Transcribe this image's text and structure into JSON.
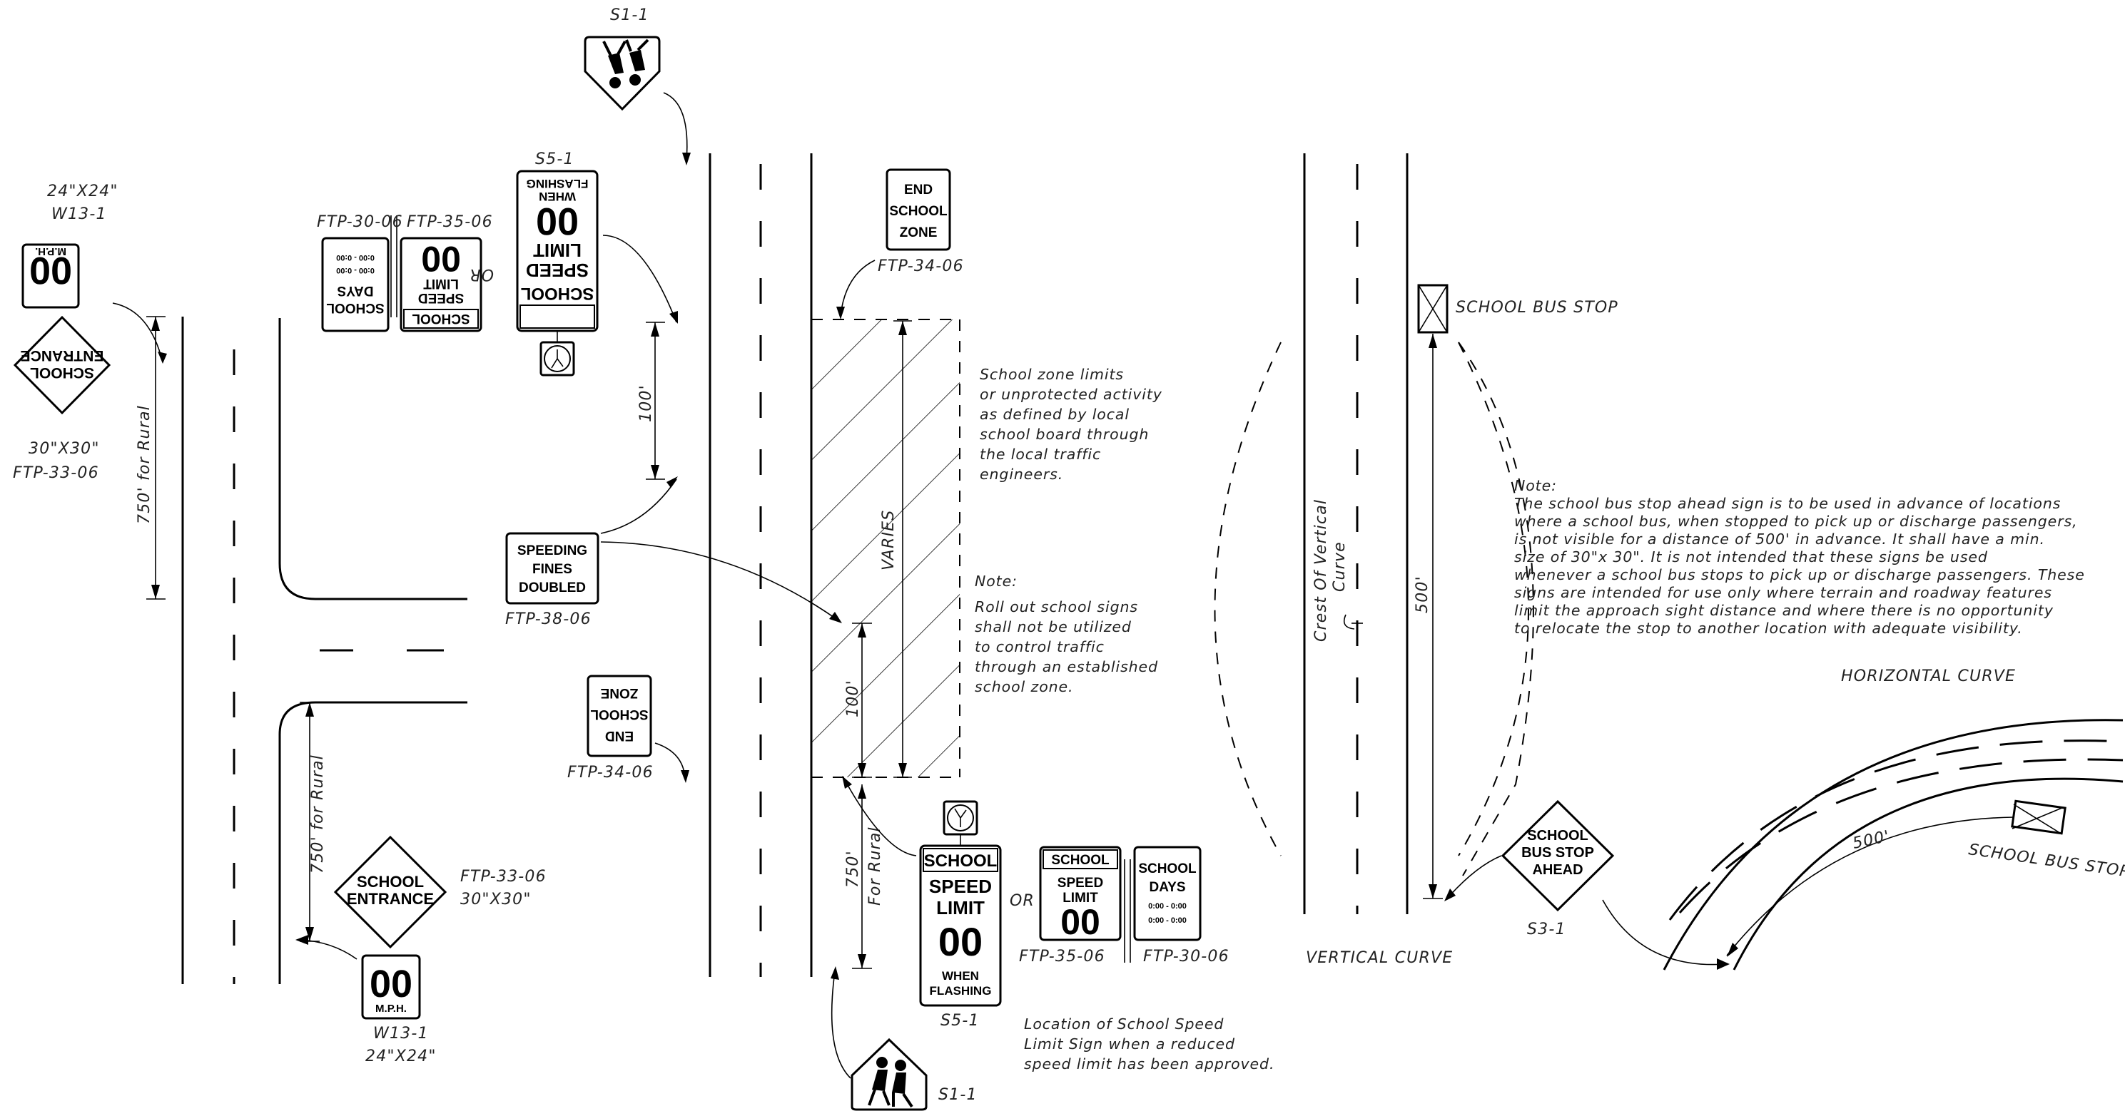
{
  "labels": {
    "s1_top": "S1-1",
    "s1_bottom": "S1-1",
    "s5_top": "S5-1",
    "s5_bottom": "S5-1",
    "ftp30_top": "FTP-30-06",
    "ftp35_top": "FTP-35-06",
    "or_top": "OR",
    "or_bottom": "OR",
    "ftp34_top": "FTP-34-06",
    "ftp34_mid": "FTP-34-06",
    "size24_top": "24\"X24\"",
    "w13_top": "W13-1",
    "size30_top": "30\"X30\"",
    "ftp33_top": "FTP-33-06",
    "ftp33_bottom": "FTP-33-06",
    "size30_bottom": "30\"X30\"",
    "w13_bottom": "W13-1",
    "size24_bottom": "24\"X24\"",
    "ftp38": "FTP-38-06",
    "ftp35_bottom": "FTP-35-06",
    "ftp30_bottom": "FTP-30-06",
    "dim_750_rural": "750' for Rural",
    "dim_750_rural_bottom": "750' for Rural",
    "dim_100_top": "100'",
    "dim_100_mid": "100'",
    "dim_varies": "VARIES",
    "dim_750": "750'",
    "dim_for_rural": "For Rural",
    "dim_500_vertical": "500'",
    "dim_500_curve": "500'",
    "school_bus_stop_top": "SCHOOL BUS STOP",
    "school_bus_stop_curve": "SCHOOL BUS STOP",
    "horizontal_curve": "HORIZONTAL CURVE",
    "vertical_curve": "VERTICAL CURVE",
    "crest": "Crest Of Vertical",
    "crest_curve": "Curve",
    "s3": "S3-1"
  },
  "notes": {
    "school_zone_limits": [
      "School zone limits",
      "or unprotected activity",
      "as defined by local",
      "school board through",
      "the local traffic",
      "engineers."
    ],
    "roll_out_title": "Note:",
    "roll_out": [
      "Roll out school signs",
      "shall not be utilized",
      "to control traffic",
      "through an established",
      "school zone."
    ],
    "bus_title": "Note:",
    "bus": [
      "The school bus stop ahead sign is to be used in advance of locations",
      "where a school bus, when stopped to pick up or discharge passengers,",
      "is not visible for a distance of 500' in advance. It shall have a min.",
      "size of 30\"x 30\". It is not intended that these signs be used",
      "whenever a school bus stops to pick up or discharge passengers. These",
      "signs are intended for use only where terrain and roadway features",
      "limit the approach sight distance and where there is no opportunity",
      "to relocate the stop to another location with adequate visibility."
    ],
    "location": [
      "Location of School Speed",
      "Limit Sign when a reduced",
      "speed limit has been approved."
    ]
  },
  "signs": {
    "mph_value": "00",
    "mph_unit": "M.P.H.",
    "entrance": [
      "SCHOOL",
      "ENTRANCE"
    ],
    "school": "SCHOOL",
    "speed_limit": [
      "SPEED",
      "LIMIT"
    ],
    "speed_value": "00",
    "when_flashing": [
      "WHEN",
      "FLASHING"
    ],
    "days": [
      "SCHOOL",
      "DAYS"
    ],
    "times": [
      "0:00 - 0:00",
      "0:00 - 0:00"
    ],
    "end_school_zone": [
      "END",
      "SCHOOL",
      "ZONE"
    ],
    "fines": [
      "SPEEDING",
      "FINES",
      "DOUBLED"
    ],
    "bus_ahead": [
      "SCHOOL",
      "BUS STOP",
      "AHEAD"
    ]
  }
}
